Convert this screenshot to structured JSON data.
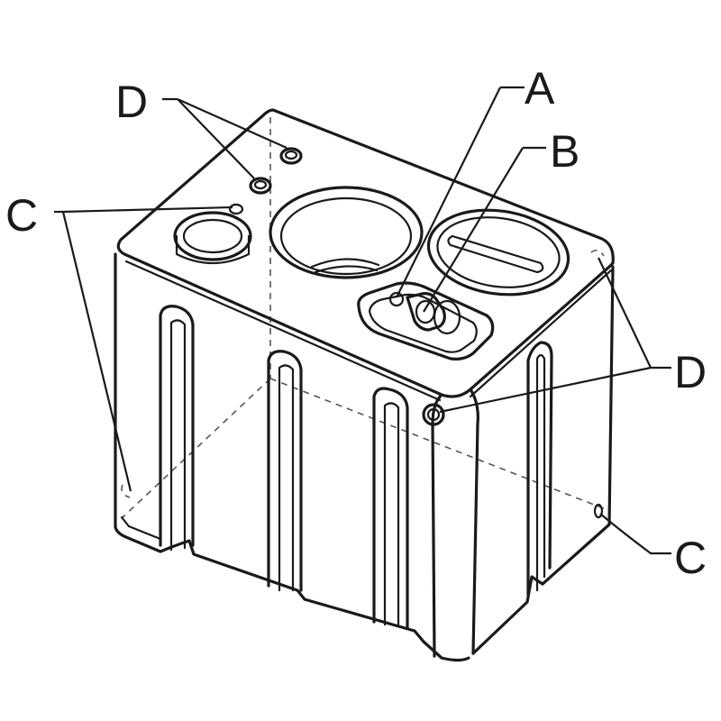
{
  "labels": {
    "A": "A",
    "B": "B",
    "C_left": "C",
    "C_right": "C",
    "D_top": "D",
    "D_right": "D"
  },
  "colors": {
    "line": "#1a1a1a",
    "background": "#ffffff"
  }
}
